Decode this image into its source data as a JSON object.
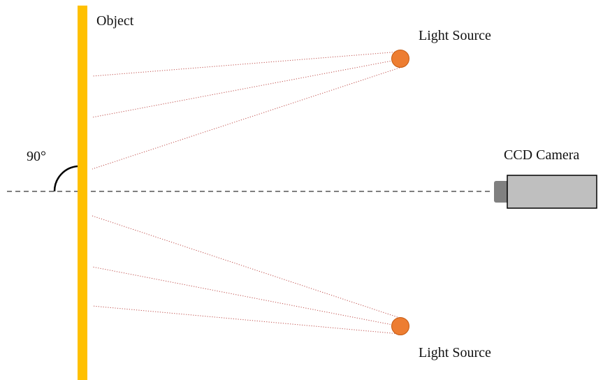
{
  "labels": {
    "object": "Object",
    "light_source_top": "Light Source",
    "light_source_bottom": "Light Source",
    "camera": "CCD Camera",
    "angle": "90°"
  },
  "colors": {
    "object_bar": "#FFC000",
    "light_source_fill": "#ED7D31",
    "light_source_stroke": "#C55A11",
    "ray": "#C0504D",
    "axis": "#7F7F7F",
    "camera_body": "#BFBFBF",
    "camera_lens": "#808080",
    "angle_arc": "#000000"
  }
}
